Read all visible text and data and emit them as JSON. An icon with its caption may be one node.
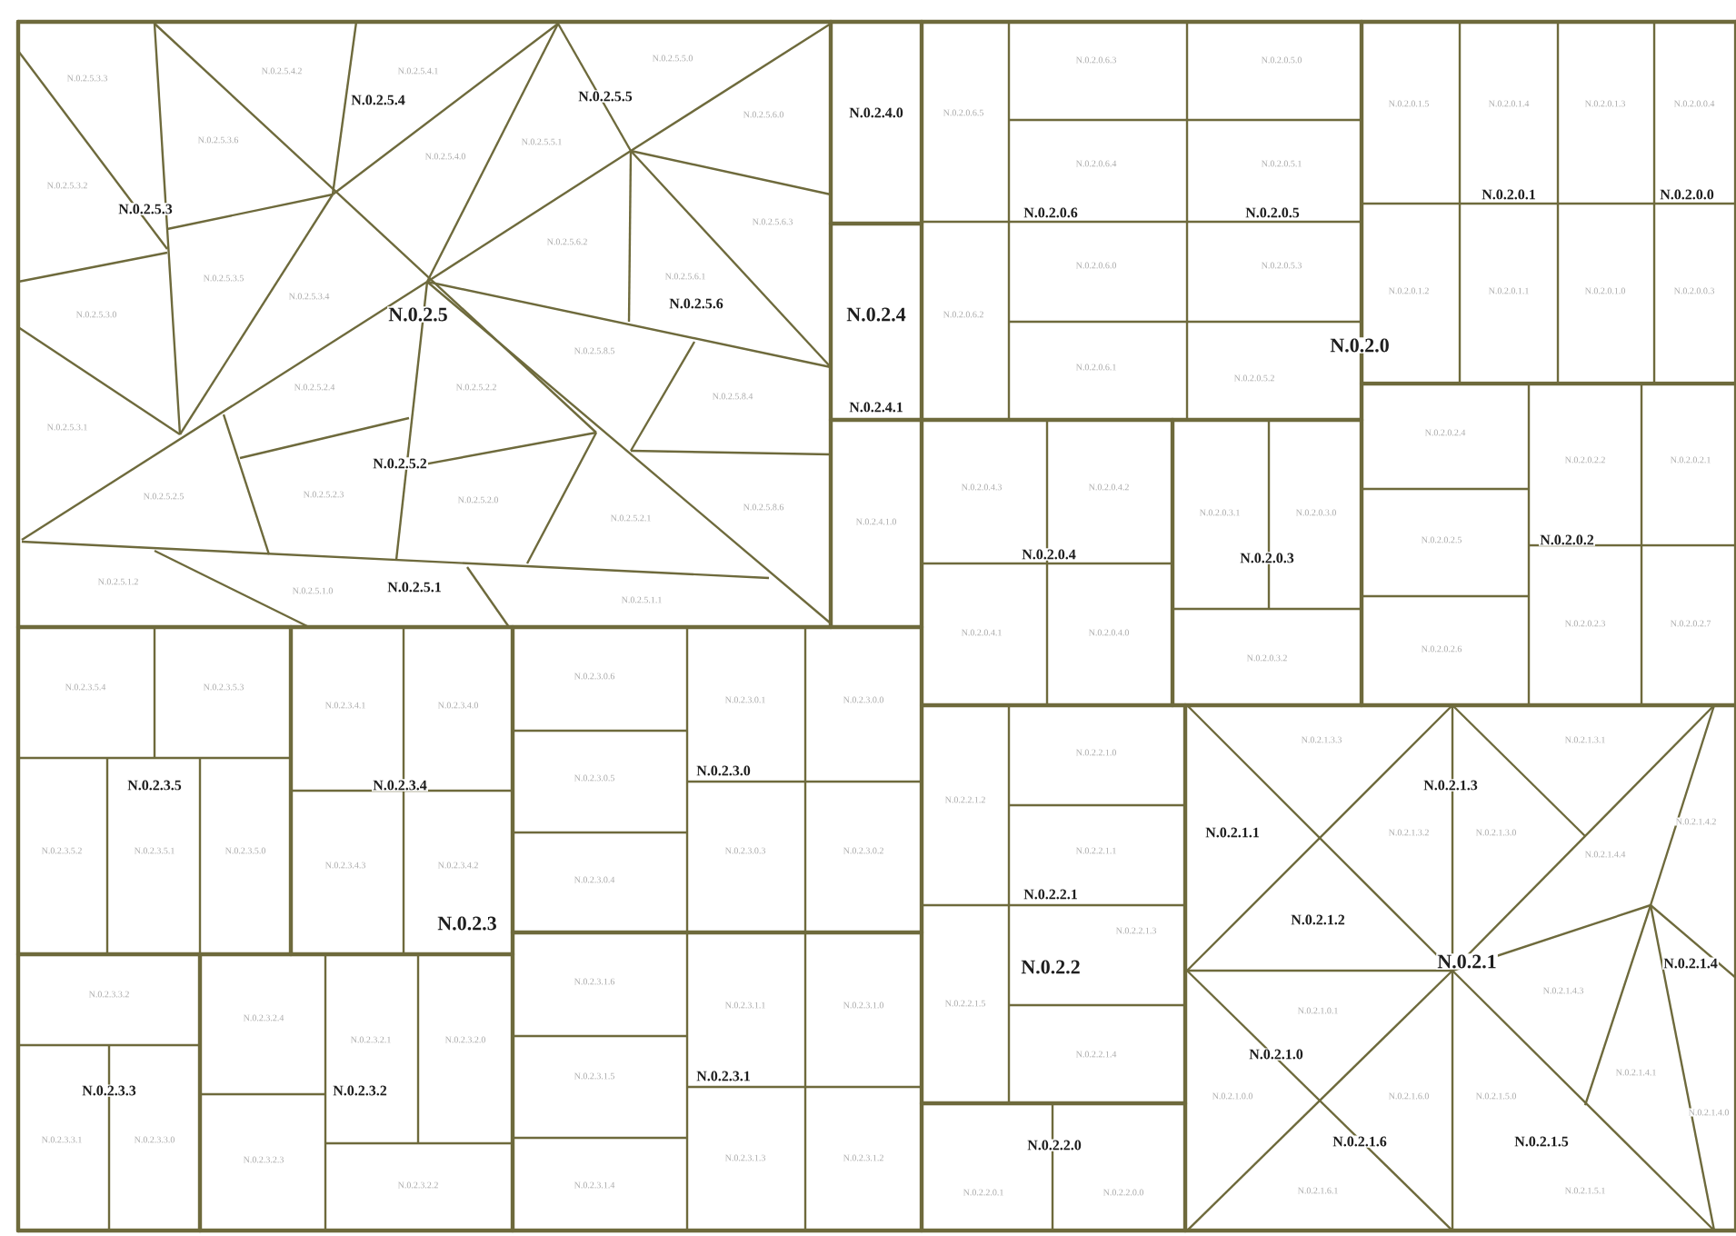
{
  "diagram": {
    "labels": [
      "N.0.2.5.3.3",
      "N.0.2.5.4.2",
      "N.0.2.5.4.1",
      "N.0.2.5.4",
      "N.0.2.5.5.0",
      "N.0.2.5.5",
      "N.0.2.5.6.0",
      "N.0.2.5.3.6",
      "N.0.2.5.5.1",
      "N.0.2.5.4.0",
      "N.0.2.5.3.2",
      "N.0.2.5.3",
      "N.0.2.5.6.2",
      "N.0.2.5.6.3",
      "N.0.2.5.3.5",
      "N.0.2.5.6.1",
      "N.0.2.5.3.4",
      "N.0.2.5.6",
      "N.0.2.5.3.0",
      "N.0.2.5",
      "N.0.2.5.8.5",
      "N.0.2.5.2.4",
      "N.0.2.5.2.2",
      "N.0.2.5.8.4",
      "N.0.2.5.3.1",
      "N.0.2.5.2",
      "N.0.2.5.2.5",
      "N.0.2.5.2.3",
      "N.0.2.5.2.0",
      "N.0.2.5.8.6",
      "N.0.2.5.2.1",
      "N.0.2.5.1.2",
      "N.0.2.5.1.0",
      "N.0.2.5.1",
      "N.0.2.5.1.1",
      "N.0.2.4.0",
      "N.0.2.4",
      "N.0.2.4.1",
      "N.0.2.4.1.0",
      "N.0.2.0.6.3",
      "N.0.2.0.5.0",
      "N.0.2.0.1.5",
      "N.0.2.0.1.4",
      "N.0.2.0.1.3",
      "N.0.2.0.0.4",
      "N.0.2.0.6.5",
      "N.0.2.0.6.4",
      "N.0.2.0.5.1",
      "N.0.2.0.1",
      "N.0.2.0.0",
      "N.0.2.0.6",
      "N.0.2.0.5",
      "N.0.2.0.6.0",
      "N.0.2.0.5.3",
      "N.0.2.0.1.2",
      "N.0.2.0.1.1",
      "N.0.2.0.1.0",
      "N.0.2.0.0.3",
      "N.0.2.0.6.2",
      "N.0.2.0",
      "N.0.2.0.6.1",
      "N.0.2.0.5.2",
      "N.0.2.0.2.4",
      "N.0.2.0.2.2",
      "N.0.2.0.2.1",
      "N.0.2.0.4.3",
      "N.0.2.0.4.2",
      "N.0.2.0.3.1",
      "N.0.2.0.3.0",
      "N.0.2.0.2.5",
      "N.0.2.0.2",
      "N.0.2.0.4",
      "N.0.2.0.3",
      "N.0.2.0.2.3",
      "N.0.2.0.2.7",
      "N.0.2.0.4.1",
      "N.0.2.0.4.0",
      "N.0.2.0.3.2",
      "N.0.2.0.2.6",
      "N.0.2.3.5.4",
      "N.0.2.3.5.3",
      "N.0.2.3.4.1",
      "N.0.2.3.4.0",
      "N.0.2.3.0.6",
      "N.0.2.3.0.1",
      "N.0.2.3.0.0",
      "N.0.2.3.0",
      "N.0.2.3.0.5",
      "N.0.2.3.5",
      "N.0.2.3.4",
      "N.0.2.3.5.2",
      "N.0.2.3.5.1",
      "N.0.2.3.5.0",
      "N.0.2.3.0.3",
      "N.0.2.3.0.2",
      "N.0.2.3.4.3",
      "N.0.2.3.4.2",
      "N.0.2.3.0.4",
      "N.0.2.3",
      "N.0.2.3.3.2",
      "N.0.2.3.2.4",
      "N.0.2.3.2.1",
      "N.0.2.3.2.0",
      "N.0.2.3.1.6",
      "N.0.2.3.1.1",
      "N.0.2.3.1.0",
      "N.0.2.3.1.5",
      "N.0.2.3.1",
      "N.0.2.3.3",
      "N.0.2.3.2",
      "N.0.2.3.3.1",
      "N.0.2.3.3.0",
      "N.0.2.3.2.3",
      "N.0.2.3.1.3",
      "N.0.2.3.1.2",
      "N.0.2.3.2.2",
      "N.0.2.3.1.4",
      "N.0.2.2.1.0",
      "N.0.2.2.1.2",
      "N.0.2.2.1.1",
      "N.0.2.2.1",
      "N.0.2.2.1.3",
      "N.0.2.2",
      "N.0.2.2.1.5",
      "N.0.2.2.1.4",
      "N.0.2.2.0.1",
      "N.0.2.2.0",
      "N.0.2.2.0.0",
      "N.0.2.1.3.3",
      "N.0.2.1.3.1",
      "N.0.2.1.3",
      "N.0.2.1.4.2",
      "N.0.2.1.1",
      "N.0.2.1.3.2",
      "N.0.2.1.3.0",
      "N.0.2.1.4.4",
      "N.0.2.1.2",
      "N.0.2.1",
      "N.0.2.1.4",
      "N.0.2.1.4.3",
      "N.0.2.1.0.1",
      "N.0.2.1.0",
      "N.0.2.1.4.1",
      "N.0.2.1.4.0",
      "N.0.2.1.0.0",
      "N.0.2.1.6.0",
      "N.0.2.1.5.0",
      "N.0.2.1.6",
      "N.0.2.1.5",
      "N.0.2.1.6.1",
      "N.0.2.1.5.1"
    ]
  }
}
